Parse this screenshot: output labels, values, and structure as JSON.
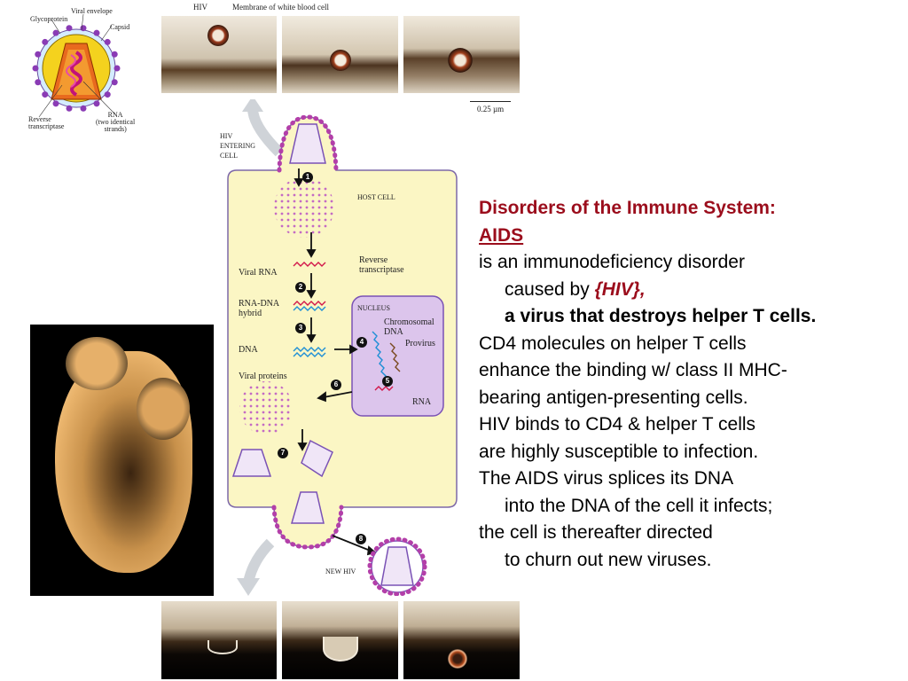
{
  "virion_labels": {
    "glycoprotein": "Glycoprotein",
    "viral_envelope": "Viral envelope",
    "capsid": "Capsid",
    "reverse_transcriptase": "Reverse\ntranscriptase",
    "rna": "RNA\n(two identical\nstrands)"
  },
  "micrograph_labels": {
    "hiv": "HIV",
    "membrane": "Membrane of white blood cell",
    "scale": "0.25 µm"
  },
  "diagram": {
    "hiv_entering": "HIV\nENTERING\nCELL",
    "host_cell": "HOST CELL",
    "viral_rna": "Viral RNA",
    "reverse_transcriptase": "Reverse\ntranscriptase",
    "rna_dna_hybrid": "RNA-DNA\nhybrid",
    "dna": "DNA",
    "nucleus": "NUCLEUS",
    "chromosomal_dna": "Chromosomal\nDNA",
    "provirus": "Provirus",
    "rna": "RNA",
    "viral_proteins": "Viral proteins",
    "new_hiv": "NEW HIV",
    "steps": [
      "1",
      "2",
      "3",
      "4",
      "5",
      "6",
      "7",
      "8"
    ]
  },
  "text": {
    "title_line1": "Disorders of the Immune System:",
    "title_line2": "AIDS",
    "l1": "is an immunodeficiency disorder",
    "l2_prefix": "caused by ",
    "l2_hiv": "{HIV},",
    "l3": "a virus that destroys helper T cells.",
    "l4": "CD4 molecules on helper T cells",
    "l5": "enhance the binding w/ class II MHC-",
    "l6": "bearing antigen-presenting cells.",
    "l7": "HIV binds to CD4 & helper T cells",
    "l8": "are highly susceptible to infection.",
    "l9": "The AIDS virus splices its DNA",
    "l10": "into the DNA of the cell it infects;",
    "l11": "the cell is thereafter directed",
    "l12": "to churn out new viruses."
  },
  "colors": {
    "title": "#9b0d1c",
    "cell_fill": "#fbf6c4",
    "nucleus_fill": "#dcc5ec",
    "virion_dots": "#b33fa9"
  }
}
